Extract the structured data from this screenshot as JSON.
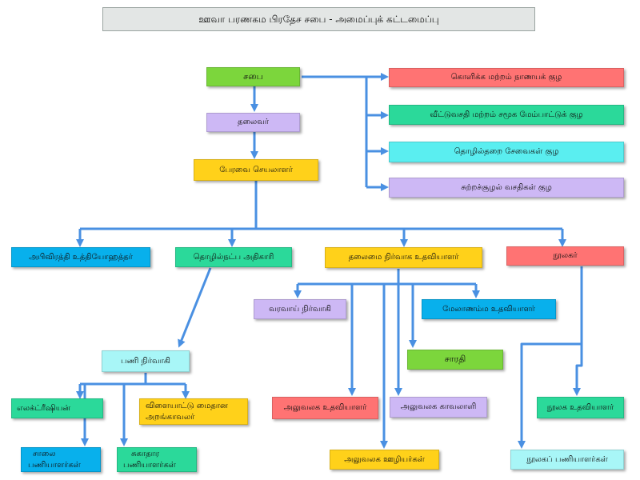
{
  "title": "ஊவா பரணகம பிரதேச சபை - அமைப்புக் கட்டமைப்பு",
  "colors": {
    "connector": "#4a90e2",
    "green": "#7cd63c",
    "lavender": "#cdb8f5",
    "yellow": "#ffd11a",
    "red": "#ff7373",
    "mint": "#2bd99a",
    "cyan": "#5aeef0",
    "light_cyan": "#a8f6f7",
    "blue": "#08b0ec",
    "title_bg": "#e3e6e5"
  },
  "nodes": {
    "sabai": "சபை",
    "thalaivar": "தலைவர்",
    "peravai_seyalalar": "பேரவை செயலாளர்",
    "finance_committee": "கொளிக்க மற்றம் நாணயக் குழ",
    "housing_committee": "வீட்டுவசதி மற்றம் சமூக மேம்பாட்டுக் குழ",
    "industrial_committee": "தொழில்தறை சேவைகள் குழ",
    "environment_committee": "சுற்றச்சூழல் வசதிகள் குழ",
    "development_officer": "அபிவிரத்தி உத்தியோஹத்தர்",
    "technical_officer": "தொழில்நட்ப அதிகாரி",
    "chief_mgmt_assistant": "தலைமை நிர்வாக உதவியாளர்",
    "librarian": "நூலகர்",
    "revenue_manager": "வரவாய் நிர்வாகி",
    "supervising_assistant": "மேலாணம்ம உதவியாளர்",
    "driver": "சாரதி",
    "work_manager": "பணி நிர்வாகி",
    "electrician": "எலக்ட்ரீஷியன்",
    "sports_ground_keeper_line1": "விளையாட்டு மைதான",
    "sports_ground_keeper_line2": "அறங்காவலர்",
    "office_assistant": "அலுவலக உதவியாளர்",
    "office_guard": "அலுவலக காவலாளி",
    "road_workers_line1": "சாலை",
    "road_workers_line2": "பணியாளர்கள்",
    "health_workers_line1": "சுகாதார",
    "health_workers_line2": "பணியாளர்கள்",
    "office_employees": "அலுவலக ஊழியர்கள்",
    "library_assistant": "நூலக உதவியாளர்",
    "library_workers": "நூலகப் பணியாளர்கள்"
  }
}
